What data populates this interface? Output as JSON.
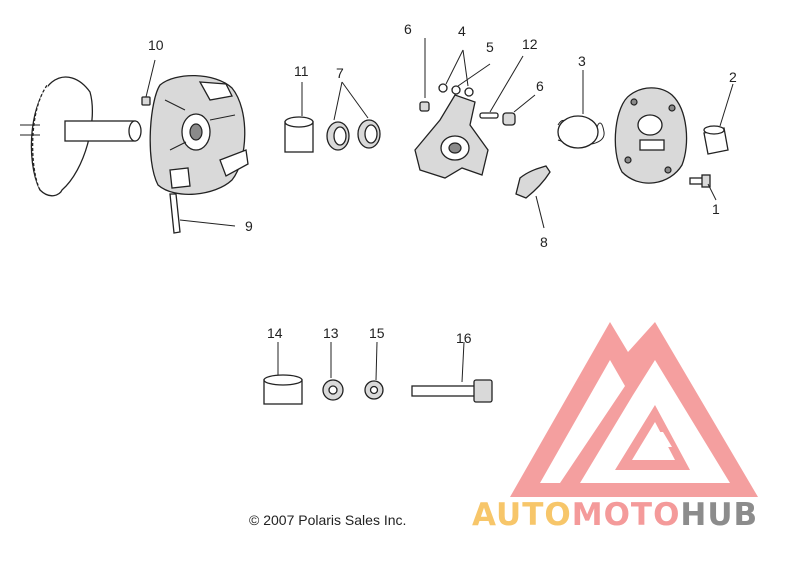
{
  "diagram": {
    "callouts": [
      {
        "id": "c1",
        "text": "1"
      },
      {
        "id": "c2",
        "text": "2"
      },
      {
        "id": "c3",
        "text": "3"
      },
      {
        "id": "c4",
        "text": "4"
      },
      {
        "id": "c5",
        "text": "5"
      },
      {
        "id": "c6a",
        "text": "6"
      },
      {
        "id": "c6b",
        "text": "6"
      },
      {
        "id": "c7",
        "text": "7"
      },
      {
        "id": "c8",
        "text": "8"
      },
      {
        "id": "c9",
        "text": "9"
      },
      {
        "id": "c10",
        "text": "10"
      },
      {
        "id": "c11",
        "text": "11"
      },
      {
        "id": "c12",
        "text": "12"
      },
      {
        "id": "c13",
        "text": "13"
      },
      {
        "id": "c14",
        "text": "14"
      },
      {
        "id": "c15",
        "text": "15"
      },
      {
        "id": "c16",
        "text": "16"
      }
    ],
    "copyright": "© 2007 Polaris Sales Inc."
  },
  "watermark": {
    "word_part1": "AUTO",
    "word_part2": "MOTO",
    "word_part3": "HUB",
    "color_auto": "#f7c66a",
    "color_moto": "#f49a9a",
    "color_hub": "#8c8c8c",
    "logo_color": "#f49a9a"
  }
}
